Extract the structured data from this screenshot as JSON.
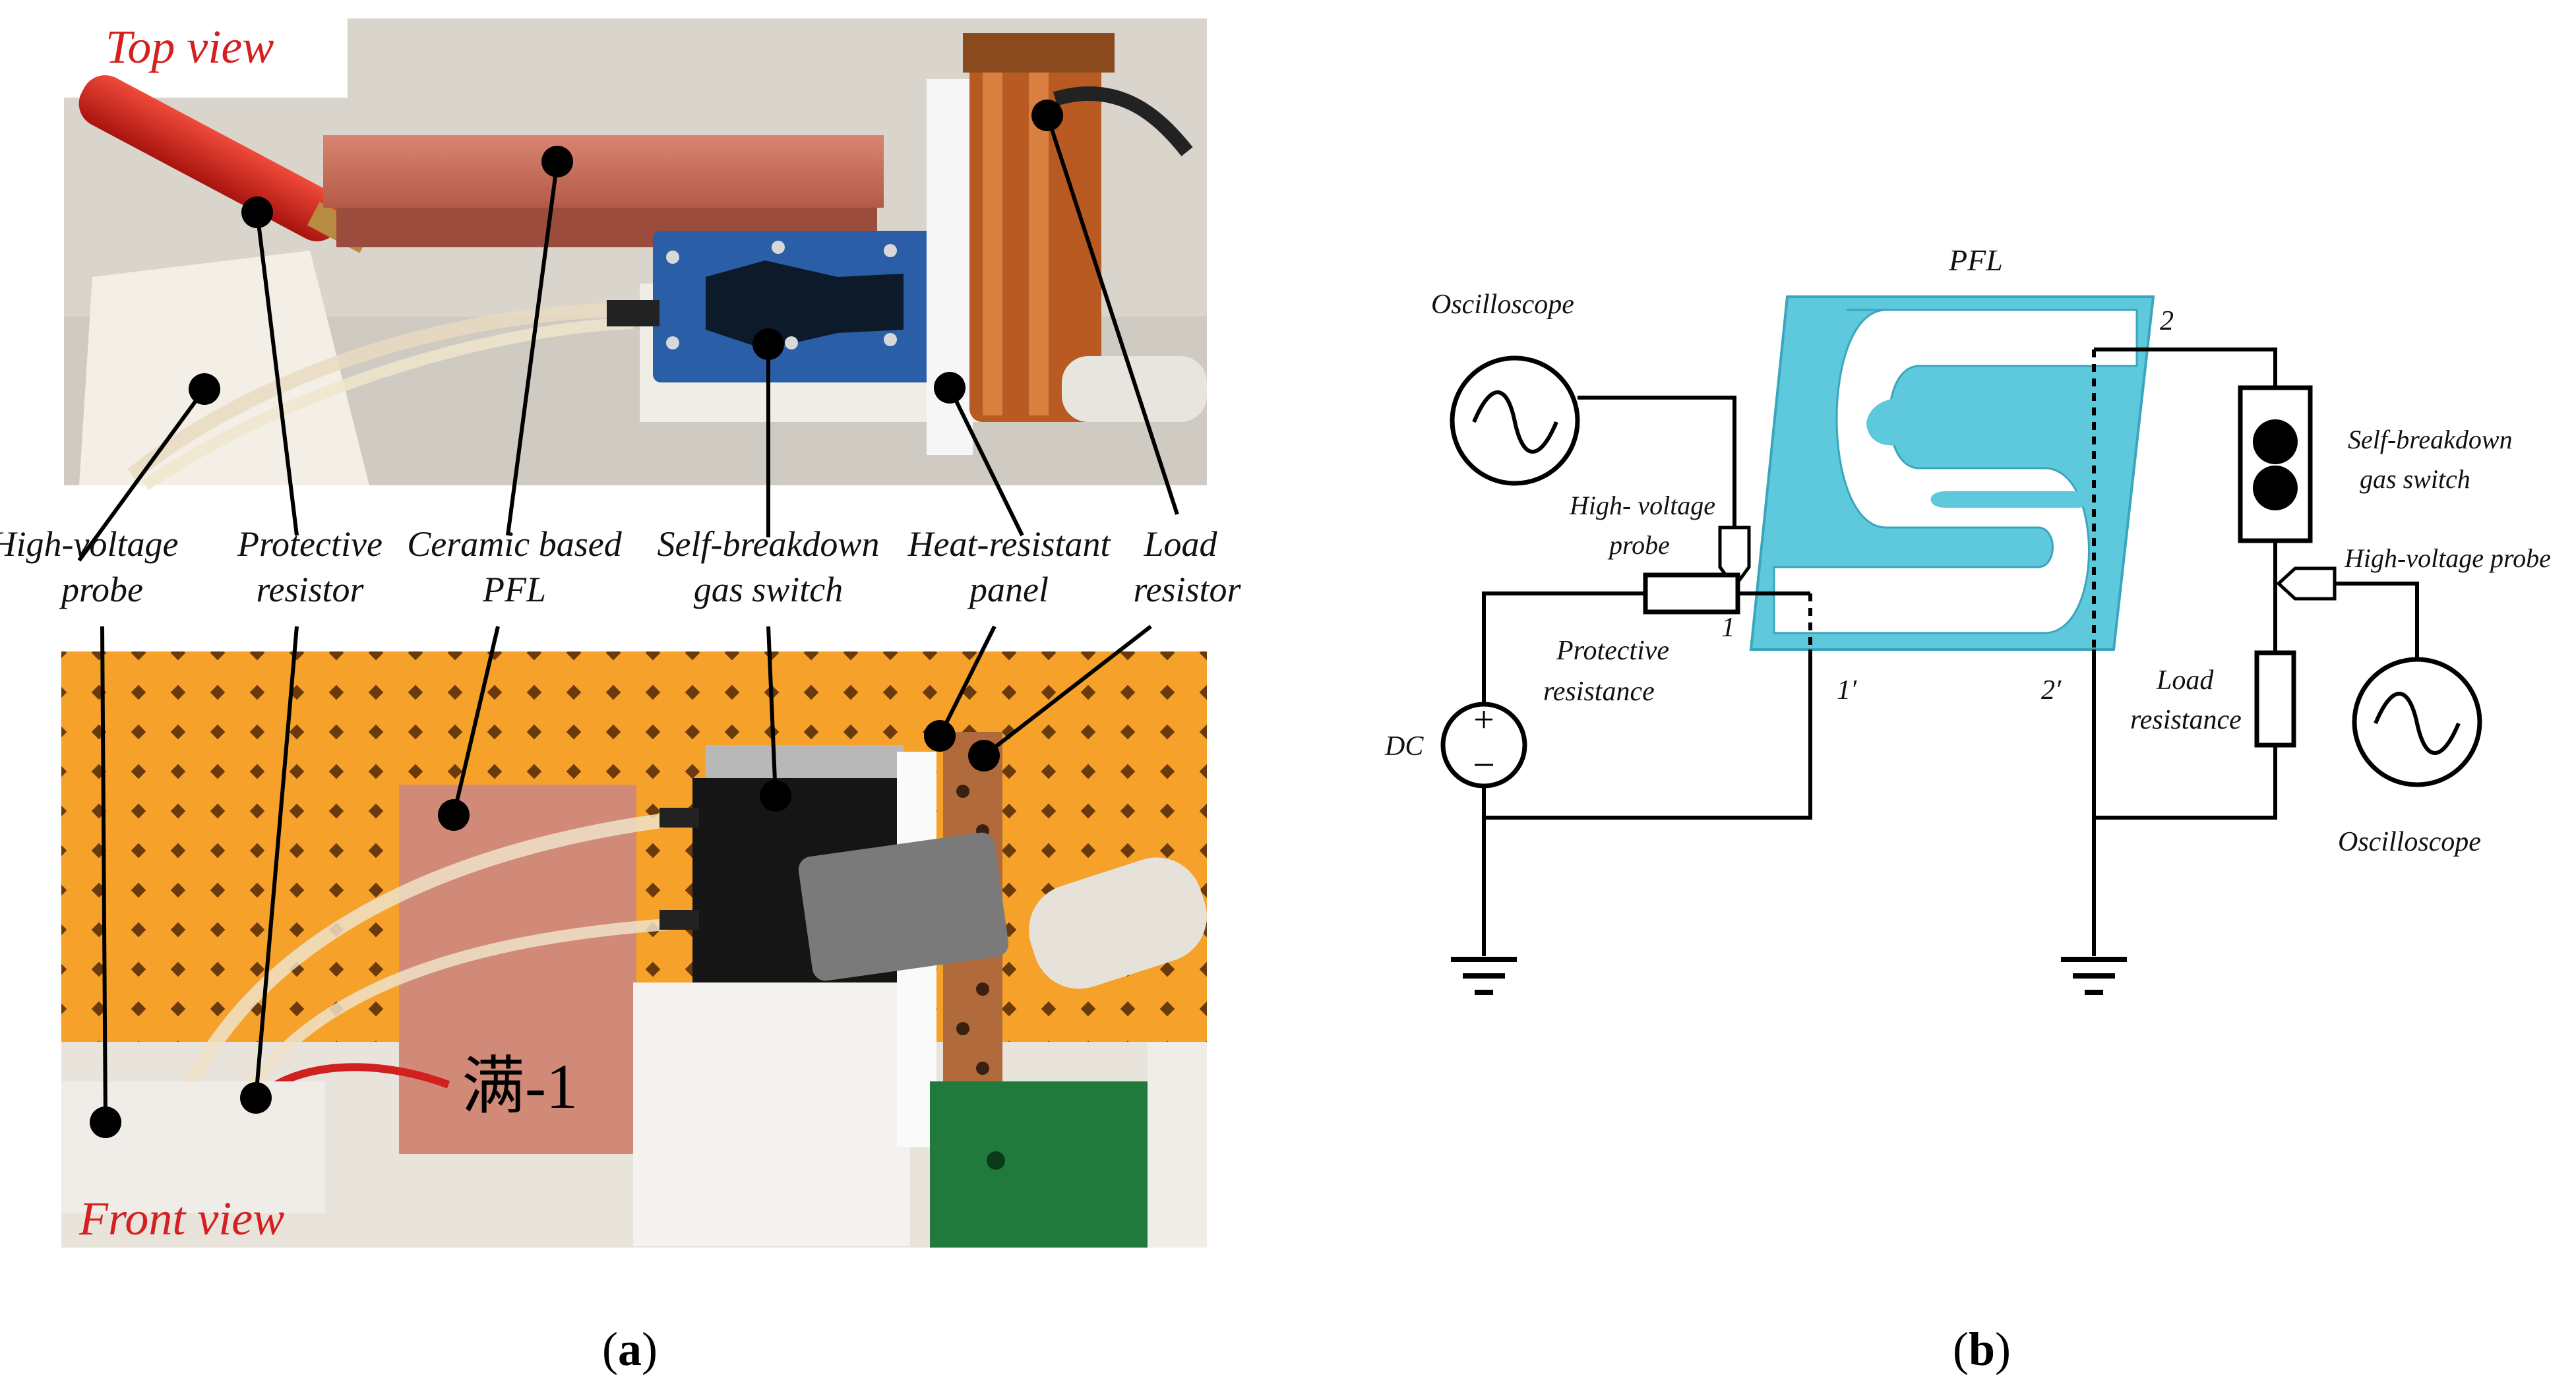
{
  "panel_a": {
    "top_view_title": "Top view",
    "front_view_title": "Front view",
    "labels": [
      {
        "id": "hv-probe",
        "lines": [
          "High-voltage",
          "probe"
        ]
      },
      {
        "id": "protective-resistor",
        "lines": [
          "Protective",
          "resistor"
        ]
      },
      {
        "id": "ceramic-pfl",
        "lines": [
          "Ceramic based",
          "PFL"
        ]
      },
      {
        "id": "gas-switch",
        "lines": [
          "Self-breakdown",
          "gas switch"
        ]
      },
      {
        "id": "heat-panel",
        "lines": [
          "Heat-resistant",
          "panel"
        ]
      },
      {
        "id": "load-resistor",
        "lines": [
          "Load",
          "resistor"
        ]
      }
    ],
    "handwriting": "满-1",
    "caption_letter": "a"
  },
  "panel_b": {
    "pfl_label": "PFL",
    "oscilloscope_left": "Oscilloscope",
    "oscilloscope_right": "Oscilloscope",
    "hv_probe_left": [
      "High- voltage",
      "probe"
    ],
    "hv_probe_right": "High-voltage probe",
    "protective": [
      "Protective",
      "resistance"
    ],
    "load": [
      "Load",
      "resistance"
    ],
    "switch": [
      "Self-breakdown",
      "gas switch"
    ],
    "dc": "DC",
    "plus": "+",
    "minus": "−",
    "node_1": "1",
    "node_1p": "1′",
    "node_2": "2",
    "node_2p": "2′",
    "caption_letter": "b"
  },
  "colors": {
    "pfl_cyan": "#5ec8dc",
    "red_title": "#d42020",
    "copper": "#c96a55",
    "orange_bg": "#f49a1c",
    "blue_switch": "#2a5fa8"
  }
}
